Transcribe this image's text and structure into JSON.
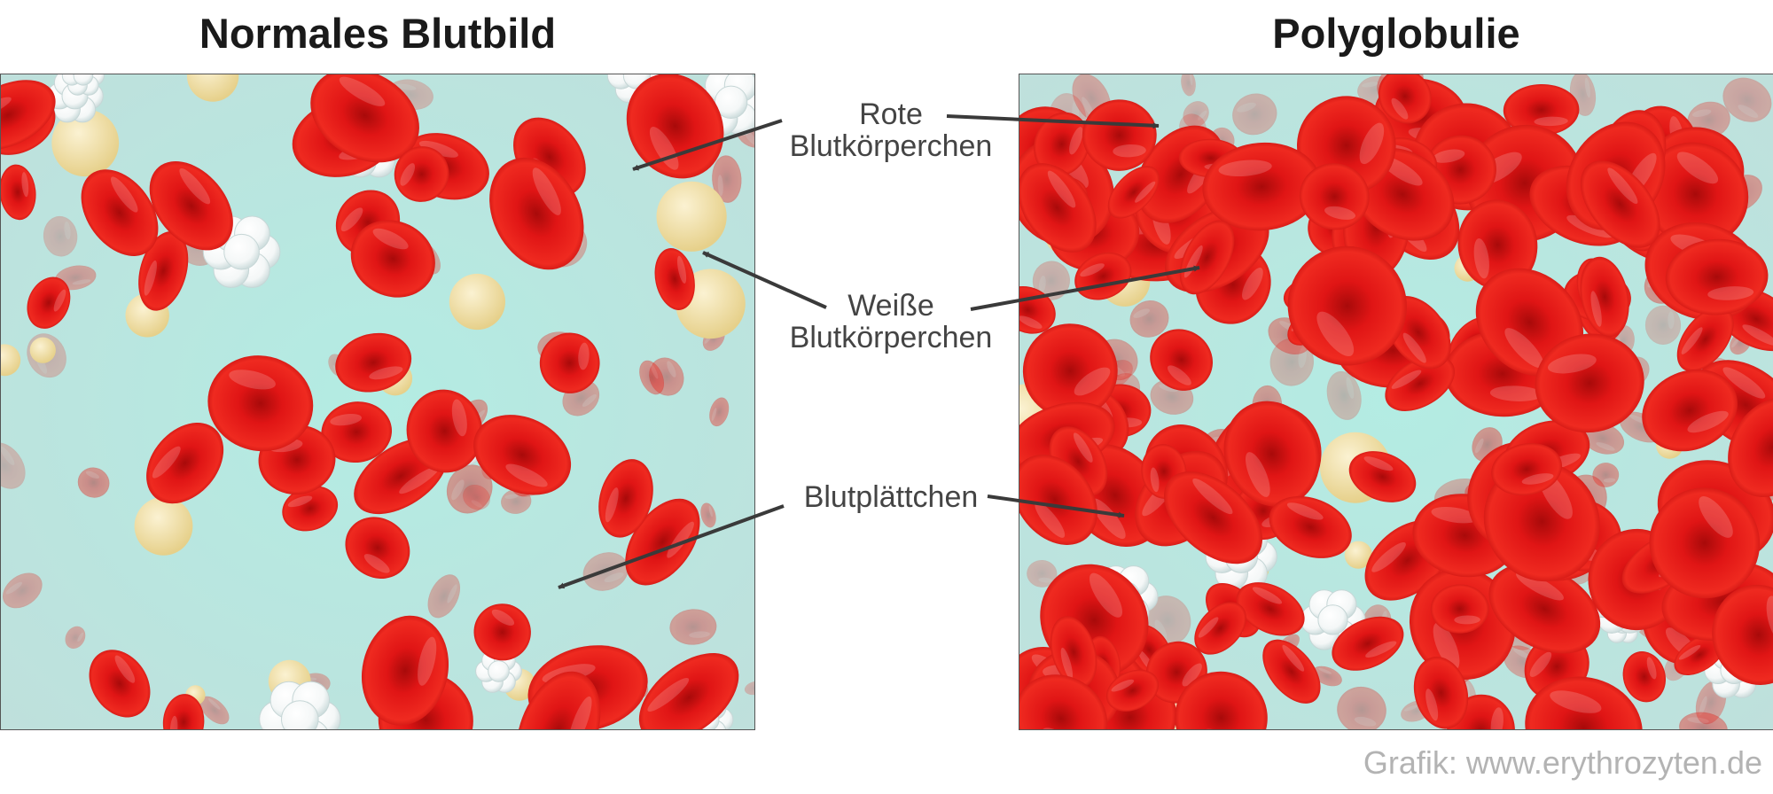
{
  "panels": {
    "left": {
      "title": "Normales Blutbild"
    },
    "right": {
      "title": "Polyglobulie"
    }
  },
  "labels": {
    "red_cells": {
      "line1": "Rote",
      "line2": "Blutkörperchen"
    },
    "white_cells": {
      "line1": "Weiße",
      "line2": "Blutkörperchen"
    },
    "platelets": {
      "line1": "Blutplättchen"
    }
  },
  "credit": "Grafik: www.erythrozyten.de",
  "colors": {
    "red_cell": "#e01515",
    "red_cell_dark": "#a80a0a",
    "white_cell": "#f4f7f7",
    "platelet": "#e6d08a",
    "background": "#bfe0dc",
    "arrow": "#3a3a3a"
  }
}
